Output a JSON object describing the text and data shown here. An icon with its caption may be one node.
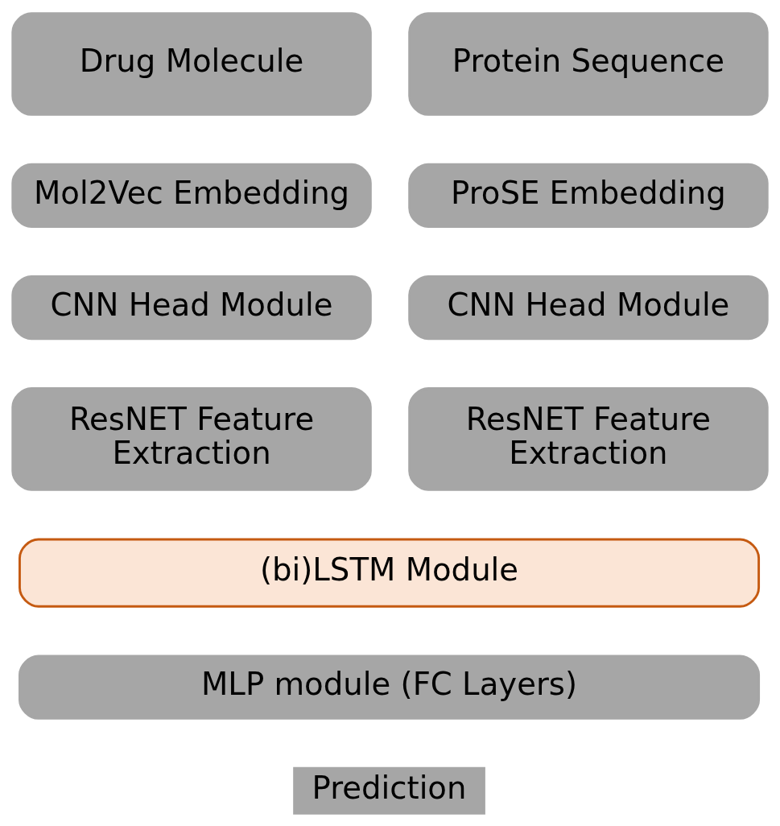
{
  "diagram": {
    "nodes": [
      {
        "text": [
          "Drug Molecule"
        ]
      },
      {
        "text": [
          "Protein Sequence"
        ]
      },
      {
        "text": [
          "Mol2Vec Embedding"
        ]
      },
      {
        "text": [
          "ProSE Embedding"
        ]
      },
      {
        "text": [
          "CNN Head Module"
        ]
      },
      {
        "text": [
          "CNN Head Module"
        ]
      },
      {
        "text": [
          "ResNET Feature Extraction"
        ]
      },
      {
        "text": [
          "ResNET Feature Extraction"
        ]
      },
      {
        "text": [
          "(bi)LSTM Module"
        ]
      },
      {
        "text": [
          "MLP module (FC Layers)"
        ]
      },
      {
        "text": [
          "Prediction"
        ]
      }
    ],
    "edges": []
  }
}
